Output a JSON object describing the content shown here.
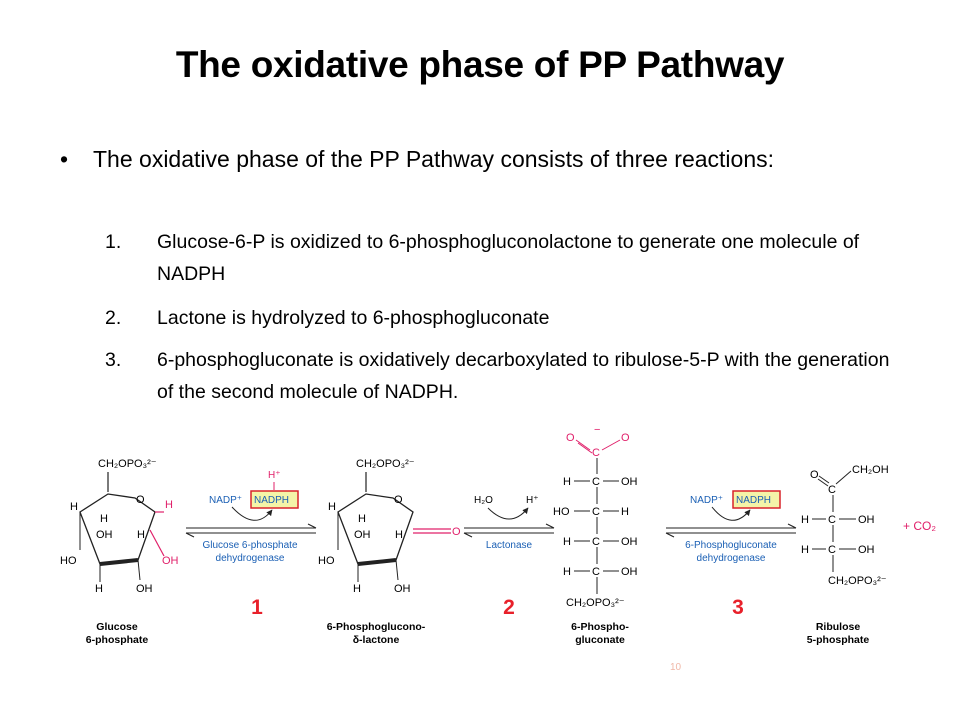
{
  "slide": {
    "title": "The oxidative phase of PP Pathway",
    "bullet_symbol": "•",
    "bullet": "The oxidative phase of the PP Pathway consists of three reactions:",
    "steps": [
      {
        "num": "1.",
        "text": "Glucose-6-P is oxidized to 6-phosphogluconolactone to generate one molecule of NADPH"
      },
      {
        "num": "2.",
        "text": "Lactone is hydrolyzed to 6-phosphogluconate"
      },
      {
        "num": "3.",
        "text": "6-phosphogluconate is oxidatively decarboxylated to ribulose-5-P with the generation of the second molecule of NADPH."
      }
    ],
    "page_number": "10"
  },
  "diagram": {
    "compounds": [
      {
        "name_line1": "Glucose",
        "name_line2": "6-phosphate"
      },
      {
        "name_line1": "6-Phosphoglucono-",
        "name_line2": "δ-lactone"
      },
      {
        "name_line1": "6-Phospho-",
        "name_line2": "gluconate"
      },
      {
        "name_line1": "Ribulose",
        "name_line2": "5-phosphate"
      }
    ],
    "reactions": [
      {
        "number": "1",
        "reactant": "NADP⁺",
        "product": "NADPH",
        "extra": "H⁺",
        "enzyme_line1": "Glucose 6-phosphate",
        "enzyme_line2": "dehydrogenase"
      },
      {
        "number": "2",
        "reactant": "H₂O",
        "product": "H⁺",
        "enzyme_line1": "Lactonase"
      },
      {
        "number": "3",
        "reactant": "NADP⁺",
        "product": "NADPH",
        "enzyme_line1": "6-Phosphogluconate",
        "enzyme_line2": "dehydrogenase"
      }
    ],
    "byproduct": "+ CO₂",
    "labels": {
      "ch2opo3": "CH₂OPO₃²⁻",
      "ch2oh": "CH₂OH",
      "o": "O",
      "h": "H",
      "oh": "OH",
      "ho": "HO",
      "c": "C",
      "minus": "−"
    },
    "colors": {
      "highlight": "#e0206a",
      "number_red": "#e8202a",
      "enzyme_blue": "#1a5fb4",
      "nadph_box": "#d8232a",
      "nadph_fill": "#f4f4a8"
    }
  }
}
